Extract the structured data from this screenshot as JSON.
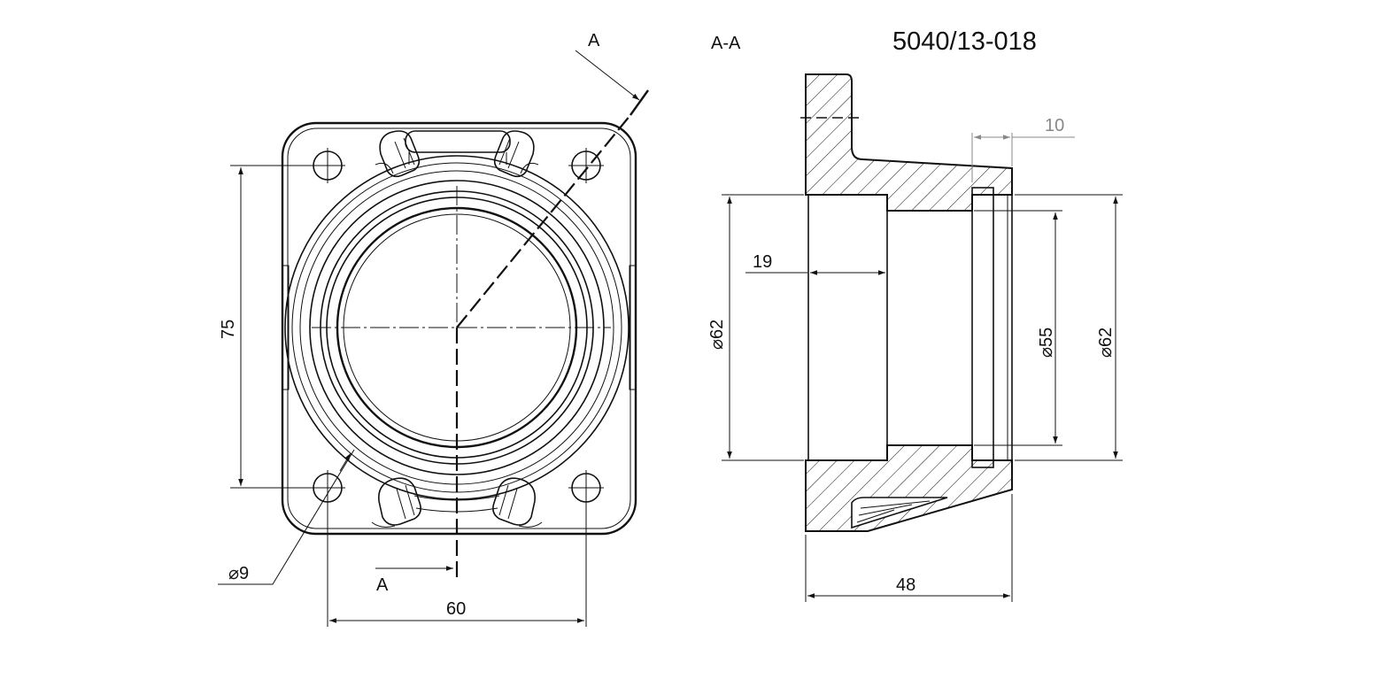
{
  "drawing_number": "5040/13-018",
  "section_title": "A-A",
  "section_marks": {
    "top": "A",
    "bottom": "A"
  },
  "dimensions": {
    "hole_spacing_vertical": "75",
    "hole_spacing_horizontal": "60",
    "hole_diameter": "⌀9",
    "bore_outer": "⌀62",
    "bore_inner": "⌀55",
    "outlet_diameter": "⌀62",
    "counterbore_depth": "19",
    "groove_offset": "10",
    "overall_length": "48"
  }
}
